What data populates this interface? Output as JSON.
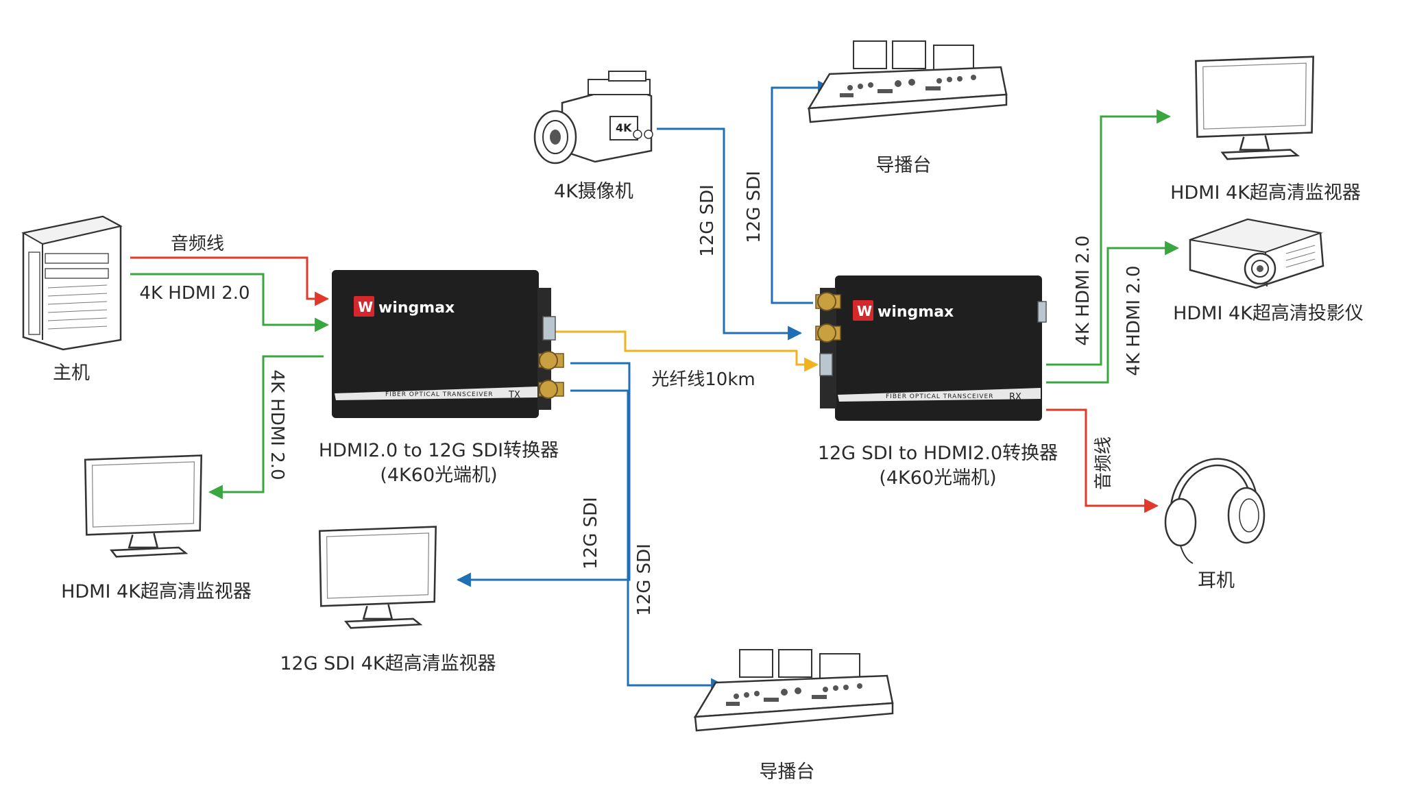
{
  "colors": {
    "audio": "#e0382a",
    "hdmi": "#3aa640",
    "sdi": "#1f6fb5",
    "fiber": "#f1b21f",
    "device_body": "#1f1f1f",
    "bnc_gold": "#c9a040",
    "text": "#2a2a2a"
  },
  "devices": {
    "host": {
      "label": "主机",
      "icon": "desktop-pc-icon"
    },
    "tx_converter": {
      "brand": "wingmax",
      "panel_text": "FIBER OPTICAL TRANSCEIVER",
      "panel_tag": "TX",
      "label_line1": "HDMI2.0 to 12G SDI转换器",
      "label_line2": "(4K60光端机)"
    },
    "rx_converter": {
      "brand": "wingmax",
      "panel_text": "FIBER OPTICAL TRANSCEIVER",
      "panel_tag": "RX",
      "label_line1": "12G SDI to HDMI2.0转换器",
      "label_line2": "(4K60光端机)"
    },
    "camera": {
      "label": "4K摄像机",
      "badge": "4K",
      "icon": "video-camera-icon"
    },
    "console_top": {
      "label": "导播台",
      "icon": "broadcast-console-icon"
    },
    "console_bottom": {
      "label": "导播台",
      "icon": "broadcast-console-icon"
    },
    "monitor_left": {
      "label": "HDMI 4K超高清监视器",
      "icon": "monitor-icon"
    },
    "monitor_sdi": {
      "label": "12G SDI 4K超高清监视器",
      "icon": "monitor-icon"
    },
    "monitor_right": {
      "label": "HDMI 4K超高清监视器",
      "icon": "monitor-icon"
    },
    "projector": {
      "label": "HDMI 4K超高清投影仪",
      "icon": "projector-icon"
    },
    "headphones": {
      "label": "耳机",
      "icon": "headphones-icon"
    }
  },
  "connections": {
    "host_audio": "音频线",
    "host_hdmi": "4K HDMI 2.0",
    "tx_loop_hdmi": "4K HDMI 2.0",
    "tx_sdi_monitor": "12G SDI",
    "tx_sdi_console": "12G SDI",
    "fiber": "光纤线10km",
    "camera_sdi": "12G SDI",
    "rx_sdi_console": "12G SDI",
    "rx_hdmi_monitor": "4K HDMI 2.0",
    "rx_hdmi_projector": "4K HDMI 2.0",
    "rx_audio": "音频线"
  }
}
